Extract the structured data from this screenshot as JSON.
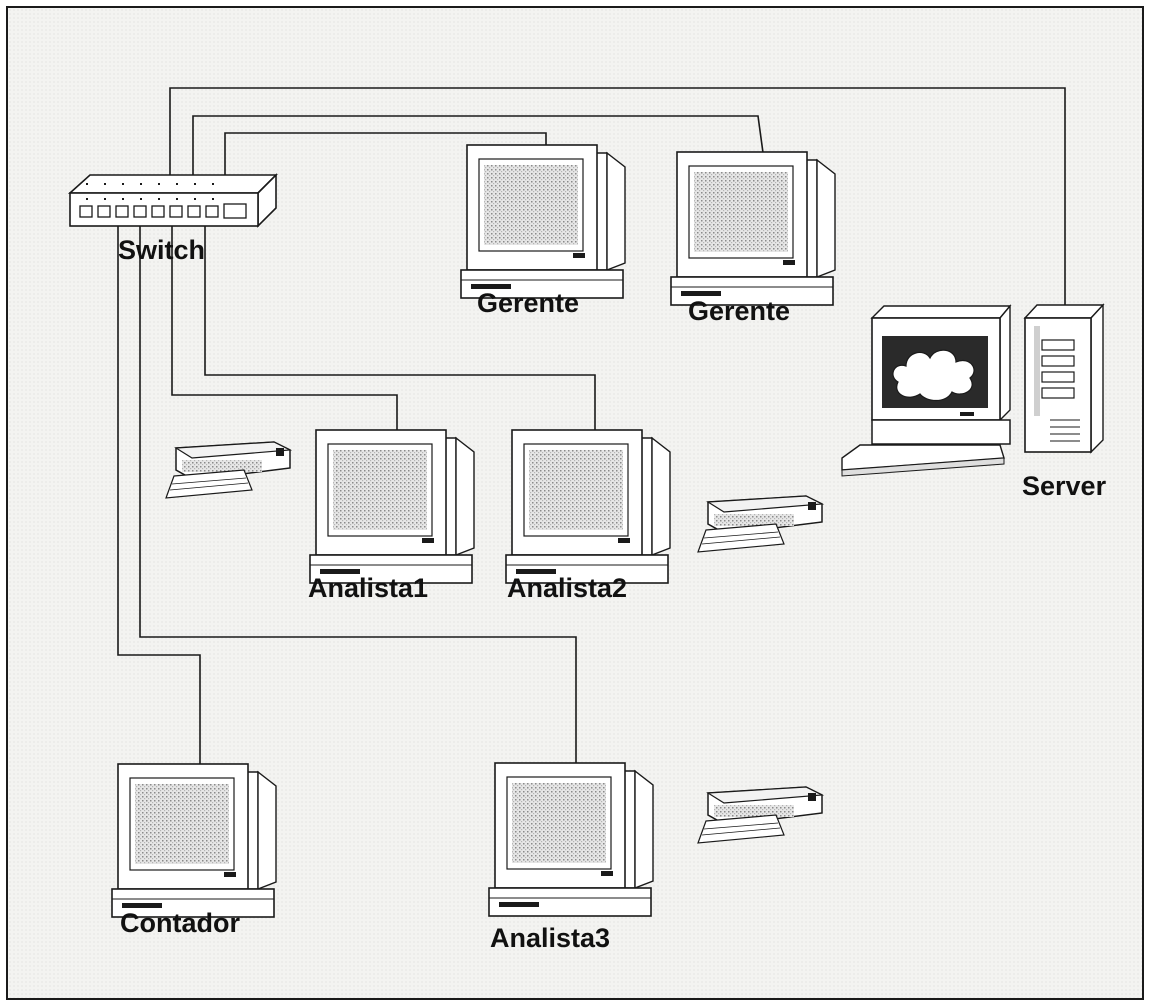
{
  "diagram": {
    "nodes": [
      {
        "id": "switch",
        "label": "Switch",
        "kind": "switch"
      },
      {
        "id": "gerente1",
        "label": "Gerente",
        "kind": "workstation"
      },
      {
        "id": "gerente2",
        "label": "Gerente",
        "kind": "workstation"
      },
      {
        "id": "server",
        "label": "Server",
        "kind": "server"
      },
      {
        "id": "analista1",
        "label": "Analista1",
        "kind": "workstation"
      },
      {
        "id": "analista2",
        "label": "Analista2",
        "kind": "workstation"
      },
      {
        "id": "contador",
        "label": "Contador",
        "kind": "workstation"
      },
      {
        "id": "analista3",
        "label": "Analista3",
        "kind": "workstation"
      },
      {
        "id": "printer1",
        "label": "",
        "kind": "printer"
      },
      {
        "id": "printer2",
        "label": "",
        "kind": "printer"
      },
      {
        "id": "printer3",
        "label": "",
        "kind": "printer"
      }
    ],
    "edges": [
      {
        "from": "switch",
        "to": "server"
      },
      {
        "from": "switch",
        "to": "gerente2"
      },
      {
        "from": "switch",
        "to": "gerente1"
      },
      {
        "from": "switch",
        "to": "analista1"
      },
      {
        "from": "switch",
        "to": "analista2"
      },
      {
        "from": "switch",
        "to": "contador"
      },
      {
        "from": "switch",
        "to": "analista3"
      }
    ],
    "colors": {
      "line": "#1a1a1a",
      "background": "#f3f3f1",
      "label": "#111111"
    }
  }
}
